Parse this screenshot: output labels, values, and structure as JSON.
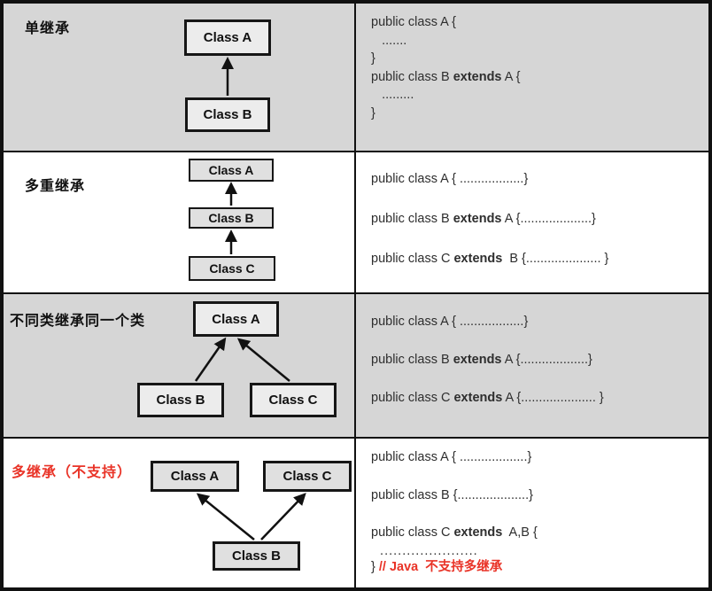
{
  "title": "Java 继承类型对比表",
  "colors": {
    "shaded_row_bg": "#d6d6d6",
    "plain_row_bg": "#ffffff",
    "box_fill_shaded": "#ececec",
    "box_fill_plain": "#e0e0e0",
    "line_color": "#111111",
    "red_accent": "#e93327",
    "text_color": "#2e2e2e"
  },
  "rows": [
    {
      "label": "单继承",
      "boxes": [
        "Class A",
        "Class B"
      ],
      "code": [
        {
          "pre": "public class A {"
        },
        {
          "pre": "   ......."
        },
        {
          "pre": "}"
        },
        {
          "pre": "public class B ",
          "bold": "extends",
          "post": " A {"
        },
        {
          "pre": "   ........."
        },
        {
          "pre": "}"
        }
      ]
    },
    {
      "label": "多重继承",
      "boxes": [
        "Class A",
        "Class B",
        "Class C"
      ],
      "code": [
        {
          "pre": "public class A { ..................}"
        },
        {
          "pre": "public class B ",
          "bold": "extends",
          "post": " A {....................}"
        },
        {
          "pre": "public class C ",
          "bold": "extends",
          "post": "  B {..................... }"
        }
      ]
    },
    {
      "label": "不同类继承同一个类",
      "boxes": [
        "Class A",
        "Class B",
        "Class C"
      ],
      "code": [
        {
          "pre": "public class A { ..................}"
        },
        {
          "pre": "public class B ",
          "bold": "extends",
          "post": " A {...................}"
        },
        {
          "pre": "public class C ",
          "bold": "extends",
          "post": " A {..................... }"
        }
      ]
    },
    {
      "label": "多继承（不支持）",
      "boxes": [
        "Class A",
        "Class C",
        "Class B"
      ],
      "code": [
        {
          "pre": "public class A { ...................}"
        },
        {
          "pre": "public class B {....................}"
        },
        {
          "pre": "public class C ",
          "bold": "extends",
          "post": "  A,B {"
        },
        {
          "pre": "  ......................"
        },
        {
          "pre": "} ",
          "red": "// Java  不支持多继承"
        }
      ]
    }
  ]
}
